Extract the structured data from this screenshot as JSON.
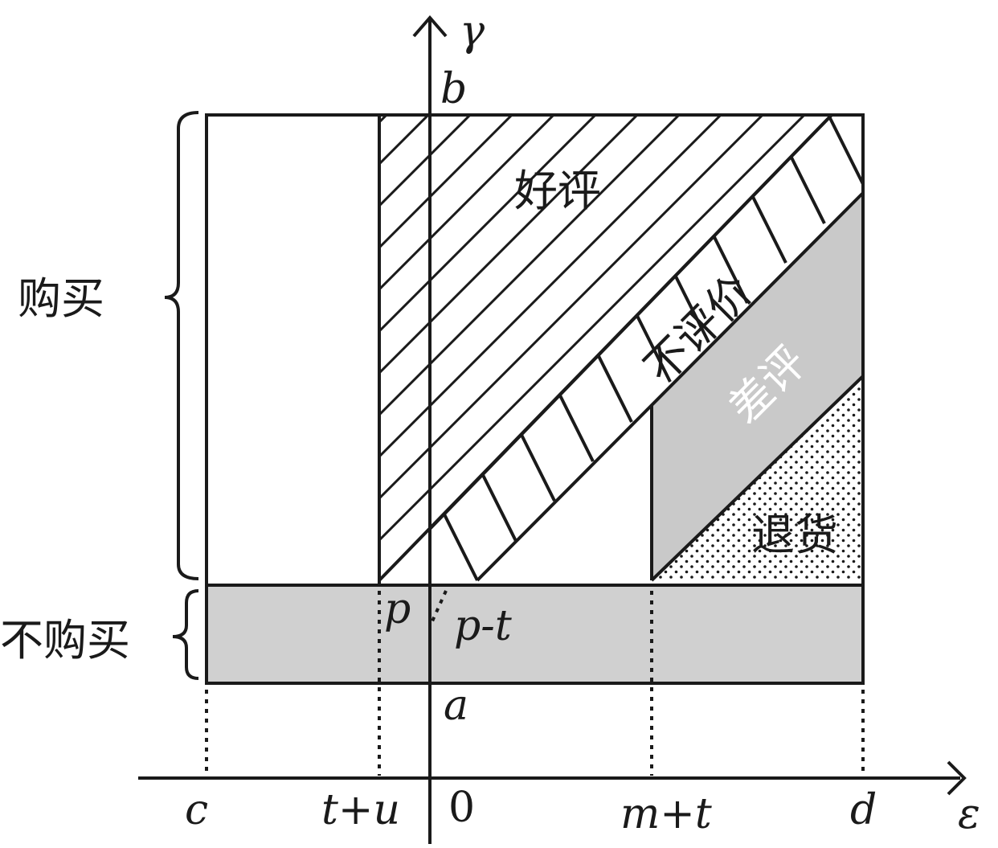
{
  "axes": {
    "x_symbol": "ε",
    "y_symbol": "γ"
  },
  "x_ticks": {
    "c": "c",
    "t_plus_u": "t+u",
    "zero": "0",
    "m_plus_t": "m+t",
    "d": "d"
  },
  "y_ticks": {
    "a": "a",
    "b": "b",
    "p": "p",
    "p_minus_t": "p-t"
  },
  "groups": {
    "buy": "购买",
    "not_buy": "不购买"
  },
  "regions": {
    "good_review": "好评",
    "no_review": "不评价",
    "bad_review": "差评",
    "return": "退货"
  },
  "colors": {
    "gray_fill": "#d0d0d0",
    "line": "#1a1a1a"
  }
}
